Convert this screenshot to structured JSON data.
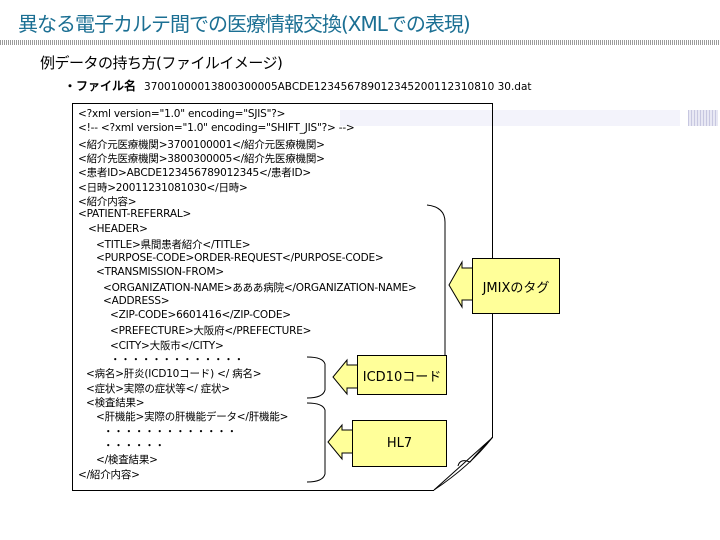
{
  "header": {
    "title": "異なる電子カルテ間での医療情報交換(XMLでの表現)",
    "subtitle": "例データの持ち方(ファイルイメージ)",
    "file_label": "・ファイル名",
    "file_name": "37001000013800300005ABCDE123456789012345200112310810 30.dat"
  },
  "document": {
    "lines": [
      "<?xml version=\"1.0\" encoding=\"SJIS\"?>",
      "<!-- <?xml version=\"1.0\" encoding=\"SHIFT_JIS\"?> -->",
      "<紹介元医療機関>3700100001</紹介元医療機関>",
      "<紹介先医療機関>3800300005</紹介先医療機関>",
      "<患者ID>ABCDE123456789012345</患者ID>",
      "<日時>20011231081030</日時>",
      "<紹介内容>",
      "<PATIENT-REFERRAL>",
      "<HEADER>",
      "<TITLE>県間患者紹介</TITLE>",
      "<PURPOSE-CODE>ORDER-REQUEST</PURPOSE-CODE>",
      "<TRANSMISSION-FROM>",
      "<ORGANIZATION-NAME>あああ病院</ORGANIZATION-NAME>",
      "<ADDRESS>",
      "<ZIP-CODE>6601416</ZIP-CODE>",
      "<PREFECTURE>大阪府</PREFECTURE>",
      "<CITY>大阪市</CITY>",
      "・・・・・・・・・・・・・",
      "<病名>肝炎(ICD10コード) </ 病名>",
      "<症状>実際の症状等</ 症状>",
      "<検査結果>",
      "<肝機能>実際の肝機能データ</肝機能>",
      "・・・・・・・・・・・・・",
      "・・・・・・",
      "</検査結果>",
      "</紹介内容>"
    ]
  },
  "callouts": {
    "jmix": "JMIXのタグ",
    "icd10": "ICD10コード",
    "hl7": "HL7"
  },
  "colors": {
    "title": "#1b6f93",
    "callout_fill": "#ffff99"
  }
}
